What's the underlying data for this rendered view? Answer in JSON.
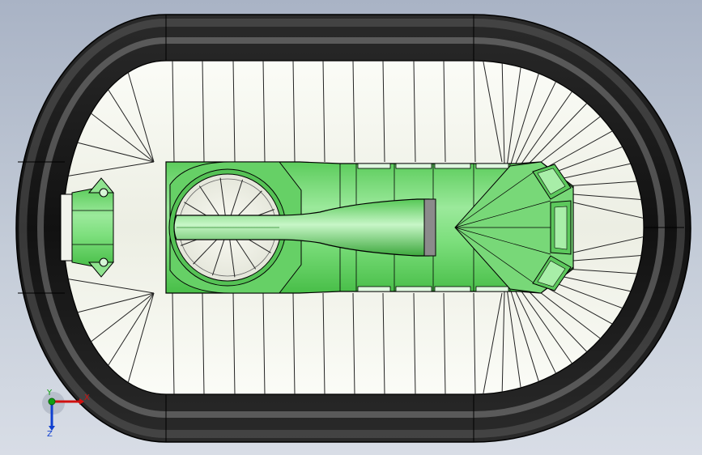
{
  "window": {
    "title": "",
    "view": "top"
  },
  "model": {
    "name": "",
    "colors": {
      "background_top": "#a9b3c5",
      "background_bottom": "#d8dde6",
      "skirt_dark": "#1c1c1c",
      "skirt_highlight": "#8a8a8a",
      "deck_light": "#f7f8f1",
      "deck_shade": "#d9dbd0",
      "hull_green": "#78dd78",
      "hull_green_dark": "#3fb43f",
      "hull_green_light": "#b8f1b8",
      "edge": "#000000"
    }
  },
  "triad": {
    "x_label": "X",
    "y_label": "Y",
    "z_label": "Z",
    "x_color": "#d01010",
    "y_color": "#10a010",
    "z_color": "#1040d0"
  }
}
